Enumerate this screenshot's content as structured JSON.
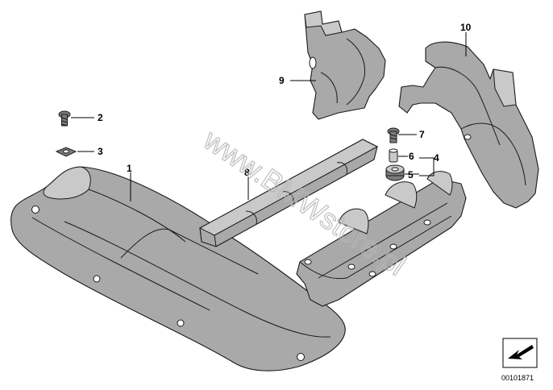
{
  "diagram": {
    "callouts": {
      "c1": "1",
      "c2": "2",
      "c3": "3",
      "c4": "4",
      "c5": "5",
      "c6": "6",
      "c7": "7",
      "c8": "8",
      "c9": "9",
      "c10": "10"
    },
    "watermark": "www.BMWstore.pl",
    "diagram_id": "00101871",
    "colors": {
      "part_fill": "#a9a9a9",
      "outline": "#1a1a1a",
      "watermark": "#b8b8b8"
    }
  }
}
